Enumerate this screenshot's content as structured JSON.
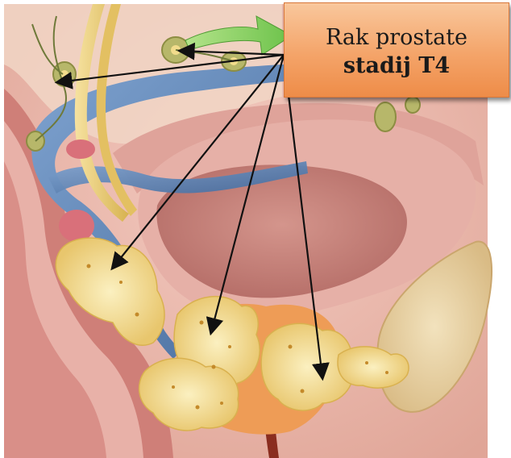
{
  "label": {
    "line1": "Rak prostate",
    "line2": "stadij T4"
  },
  "colors": {
    "label_fill": "#f4a469",
    "tissue_pink": "#e6a79e",
    "bladder": "#c9827b",
    "vein_blue": "#5f86b8",
    "nerve_yellow": "#efd47a",
    "tumor_yellow": "#f2dc8c",
    "bone": "#e9d3a6",
    "arrow": "#111111"
  },
  "illustration": "anatomical illustration of prostate cancer stage T4 with tumor spreading to lymph nodes, bladder and surrounding tissue",
  "arrows_count": 6
}
